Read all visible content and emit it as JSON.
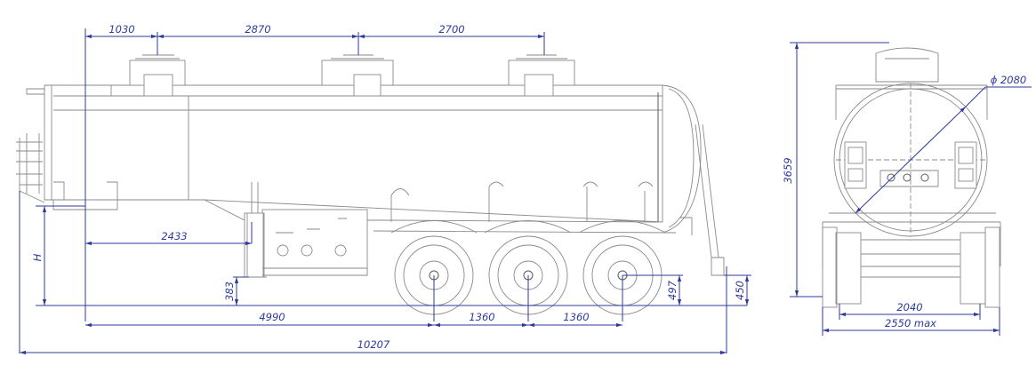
{
  "dimensions": {
    "dome_spacing_1": "1030",
    "dome_spacing_2": "2870",
    "dome_spacing_3": "2700",
    "kingpin_to_first_axle": "4990",
    "axle_spacing_1": "1360",
    "axle_spacing_2": "1360",
    "overall_length": "10207",
    "landing_gear_to_kingpin": "2433",
    "coupling_height": "H",
    "valve_height": "383",
    "wheel_radius": "497",
    "rear_bumper_height": "450",
    "overall_height": "3659",
    "tank_diameter": "ϕ 2080",
    "track_width": "2040",
    "overall_width": "2550 max"
  },
  "colors": {
    "dimension": "#2e3a9e",
    "outline": "#8a8a8a"
  }
}
